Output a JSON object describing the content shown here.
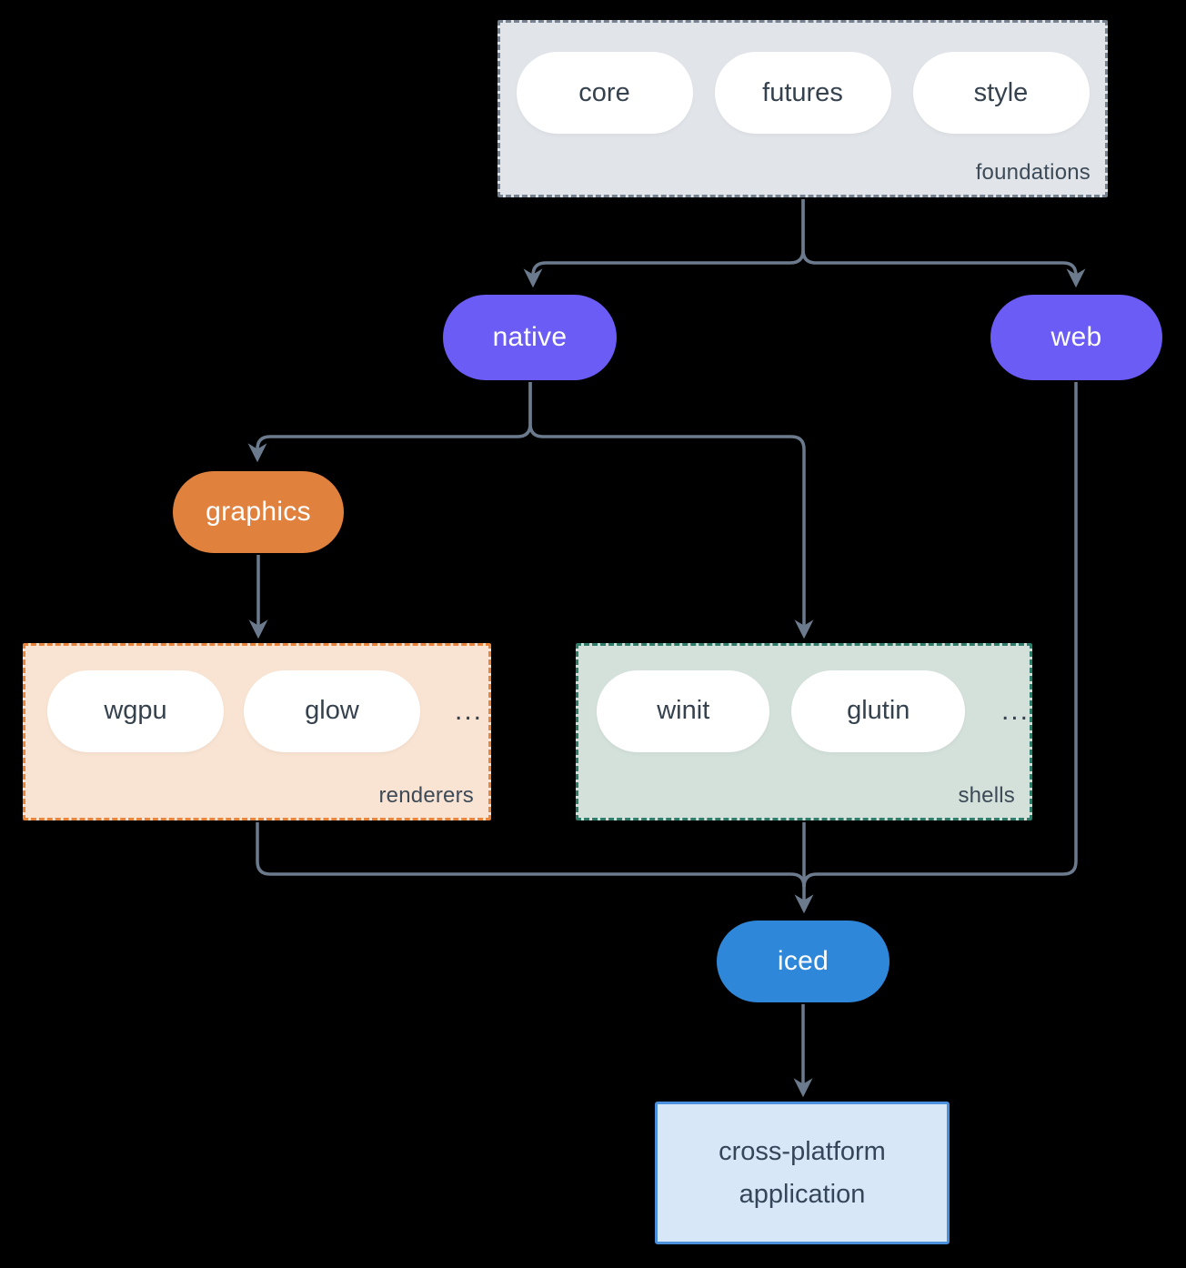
{
  "diagram": {
    "foundations": {
      "label": "foundations",
      "items": [
        "core",
        "futures",
        "style"
      ]
    },
    "native": "native",
    "web": "web",
    "graphics": "graphics",
    "renderers": {
      "label": "renderers",
      "items": [
        "wgpu",
        "glow"
      ],
      "ellipsis": "..."
    },
    "shells": {
      "label": "shells",
      "items": [
        "winit",
        "glutin"
      ],
      "ellipsis": "..."
    },
    "iced": "iced",
    "application": "cross-platform application"
  },
  "colors": {
    "background": "#000000",
    "connector": "#6b7a8c",
    "platform_pill": "#6a5cf5",
    "graphics_pill": "#e0813d",
    "iced_pill": "#2f87d9",
    "foundations_fill": "#e1e5e9",
    "foundations_border": "#76828f",
    "renderers_fill": "#f9e3d2",
    "renderers_border": "#e8843c",
    "shells_fill": "#d4e1db",
    "shells_border": "#2f7c6b",
    "application_fill": "#d7e7f7",
    "application_border": "#4a90dd",
    "pill_fill": "#ffffff",
    "pill_text": "#35424e"
  }
}
